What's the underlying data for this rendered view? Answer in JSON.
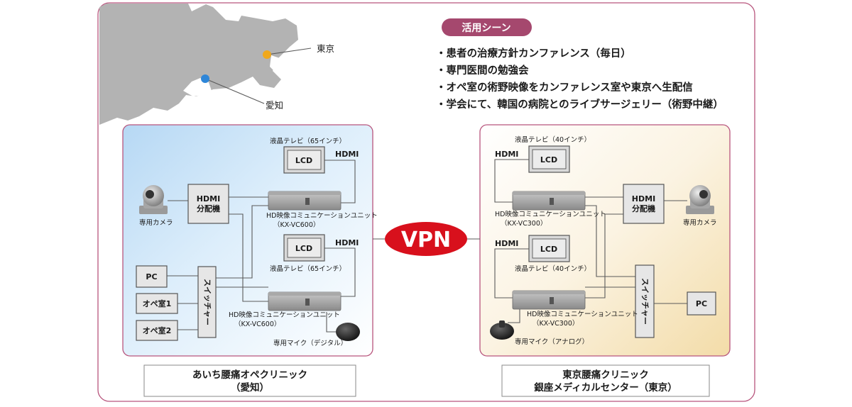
{
  "usage": {
    "title": "活用シーン",
    "items": [
      "・患者の治療方針カンファレンス（毎日）",
      "・専門医間の勉強会",
      "・オペ室の術野映像をカンファレンス室や東京へ生配信",
      "・学会にて、韓国の病院とのライブサージェリー（術野中継）"
    ]
  },
  "map": {
    "tokyo": "東京",
    "aichi": "愛知"
  },
  "vpn": "VPN",
  "left": {
    "site_line1": "あいち腰痛オペクリニック",
    "site_line2": "（愛知）",
    "tv_top": "液晶テレビ（65インチ）",
    "tv_mid": "液晶テレビ（65インチ）",
    "lcd": "LCD",
    "hdmi": "HDMI",
    "splitter_line1": "HDMI",
    "splitter_line2": "分配機",
    "camera": "専用カメラ",
    "unit_top_line1": "HD映像コミュニケーションユニット",
    "unit_top_line2": "（KX-VC600）",
    "unit_bottom_line1": "HD映像コミュニケーションユニット",
    "unit_bottom_line2": "（KX-VC600）",
    "pc": "PC",
    "ope1": "オペ室1",
    "ope2": "オペ室2",
    "switcher": "スイッチャー",
    "mic": "専用マイク（デジタル）"
  },
  "right": {
    "site_line1": "東京腰痛クリニック",
    "site_line2": "銀座メディカルセンター（東京）",
    "tv_top": "液晶テレビ（40インチ）",
    "tv_mid": "液晶テレビ（40インチ）",
    "lcd": "LCD",
    "hdmi": "HDMI",
    "splitter_line1": "HDMI",
    "splitter_line2": "分配機",
    "camera": "専用カメラ",
    "unit_top_line1": "HD映像コミュニケーションユニット",
    "unit_top_line2": "（KX-VC300）",
    "unit_bottom_line1": "HD映像コミュニケーションユニット",
    "unit_bottom_line2": "（KX-VC300）",
    "pc": "PC",
    "switcher": "スイッチャー",
    "mic": "専用マイク（アナログ）"
  },
  "colors": {
    "frame": "#b8557d",
    "badge": "#a5486e",
    "vpn": "#d8101c",
    "map_land": "#b3b3b3",
    "tokyo_dot": "#f0a81c",
    "aichi_dot": "#2e86d8"
  }
}
